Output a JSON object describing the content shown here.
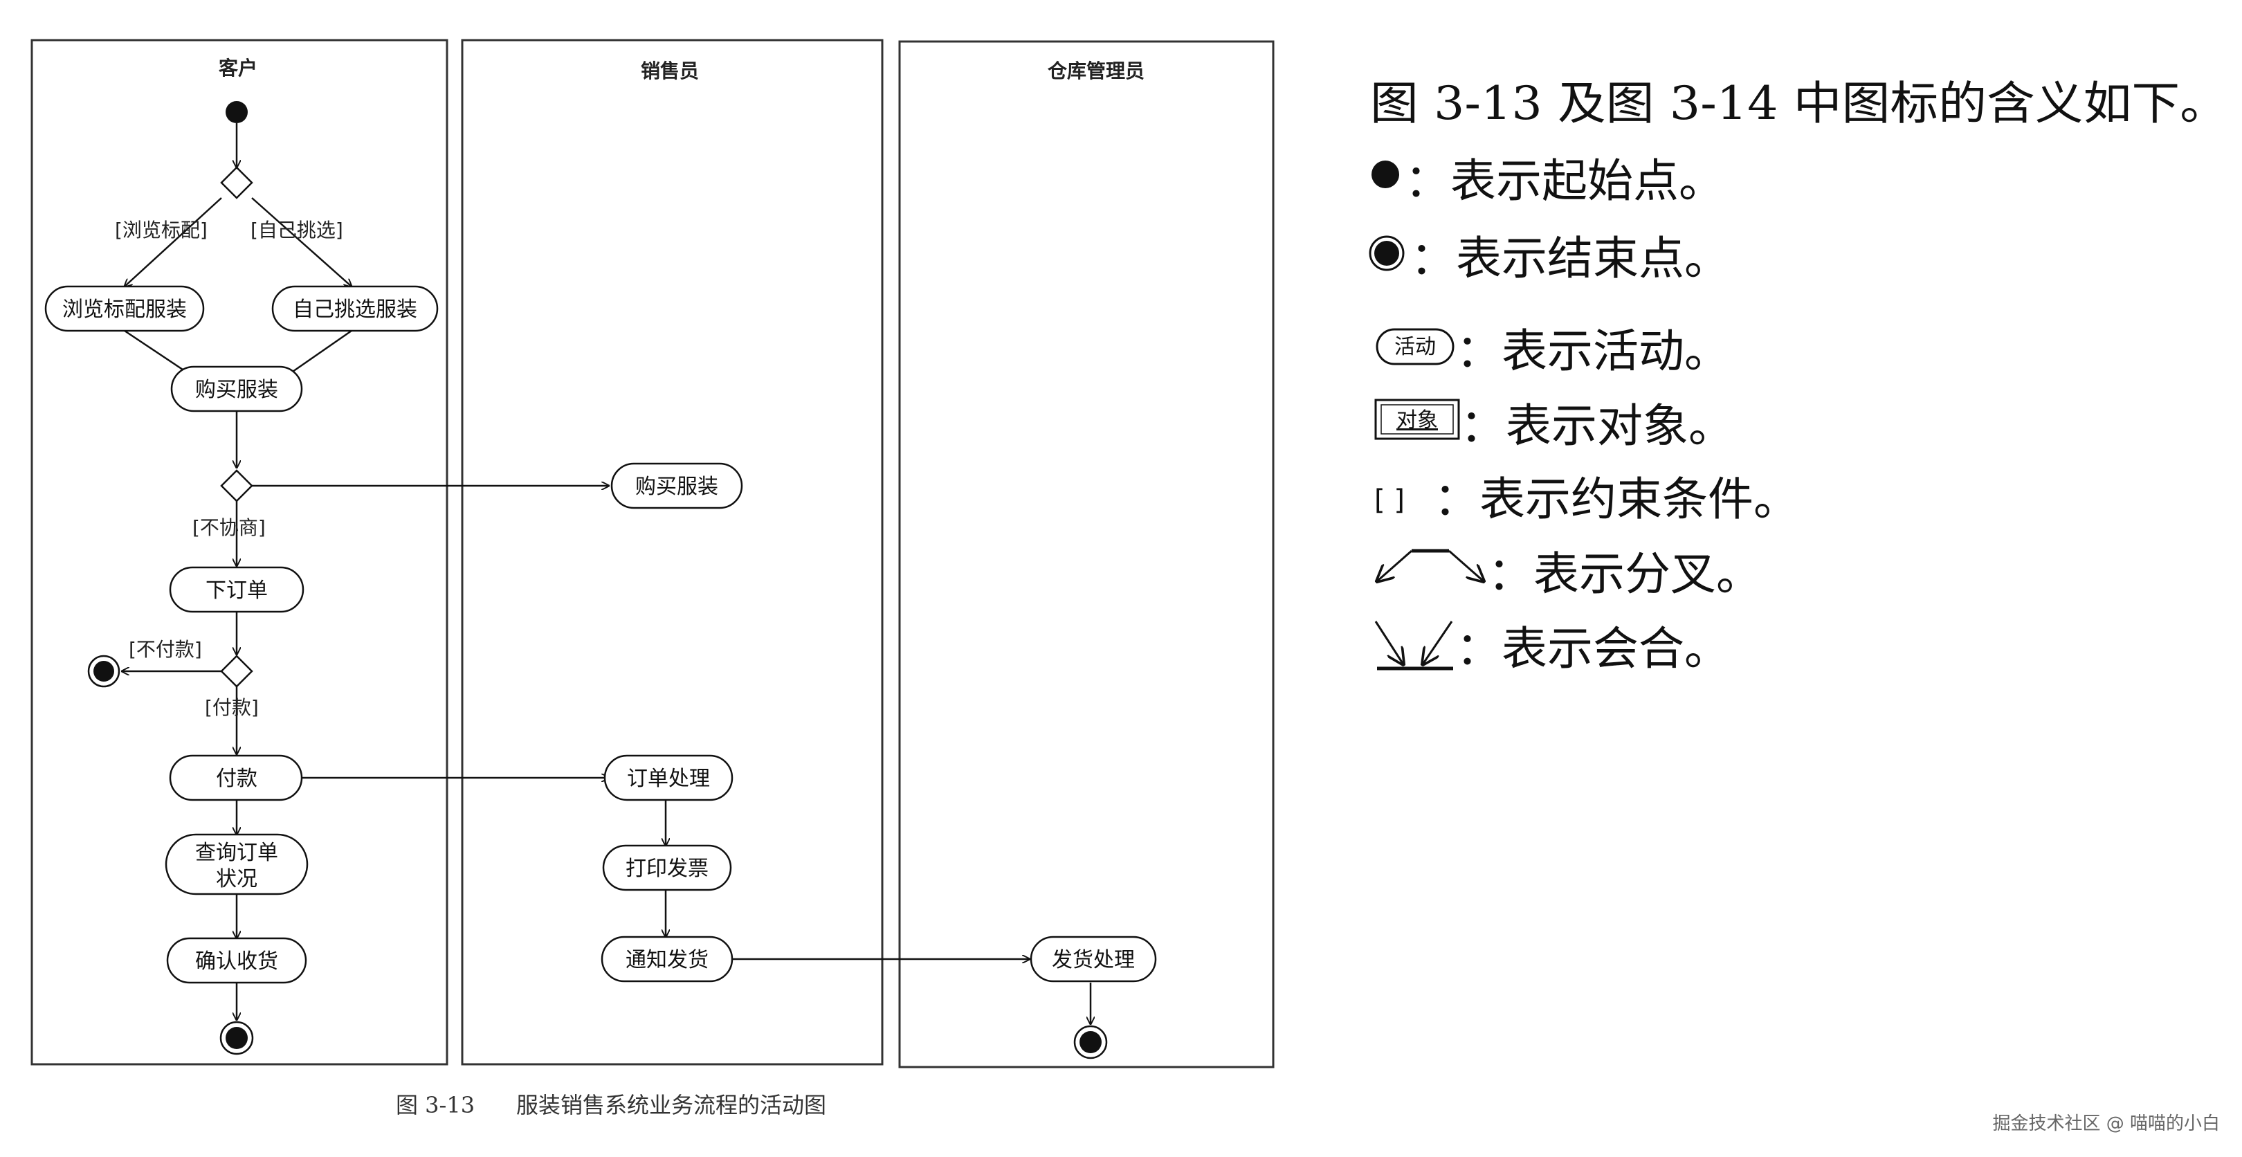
{
  "lanes": {
    "customer": "客户",
    "sales": "销售员",
    "warehouse": "仓库管理员"
  },
  "nodes": {
    "browse_outfit": "浏览标配服装",
    "pick_outfit": "自己挑选服装",
    "buy_customer": "购买服装",
    "buy_sales": "购买服装",
    "place_order": "下订单",
    "pay": "付款",
    "query_line1": "查询订单",
    "query_line2": "状况",
    "confirm": "确认收货",
    "order_process": "订单处理",
    "print_invoice": "打印发票",
    "notify_ship": "通知发货",
    "ship_process": "发货处理"
  },
  "guards": {
    "browse": "[浏览标配]",
    "pick": "[自己挑选]",
    "no_negotiate": "[不协商]",
    "no_pay": "[不付款]",
    "pay": "[付款]"
  },
  "caption": {
    "number": "图 3-13",
    "text": "服装销售系统业务流程的活动图"
  },
  "legend": {
    "heading": "图 3-13 及图 3-14 中图标的含义如下。",
    "items": [
      {
        "symbol": "initial-node",
        "text": "：表示起始点。"
      },
      {
        "symbol": "final-node",
        "text": "：表示结束点。"
      },
      {
        "symbol": "activity",
        "sample": "活动",
        "text": "：表示活动。"
      },
      {
        "symbol": "object",
        "sample": "对象",
        "text": "：表示对象。"
      },
      {
        "symbol": "brackets",
        "sample": "[  ]",
        "text": "：表示约束条件。"
      },
      {
        "symbol": "fork",
        "text": "：表示分叉。"
      },
      {
        "symbol": "join",
        "text": "：表示会合。"
      }
    ]
  },
  "watermark": "掘金技术社区 @ 喵喵的小白",
  "colors": {
    "ink": "#111111",
    "background": "#ffffff"
  }
}
